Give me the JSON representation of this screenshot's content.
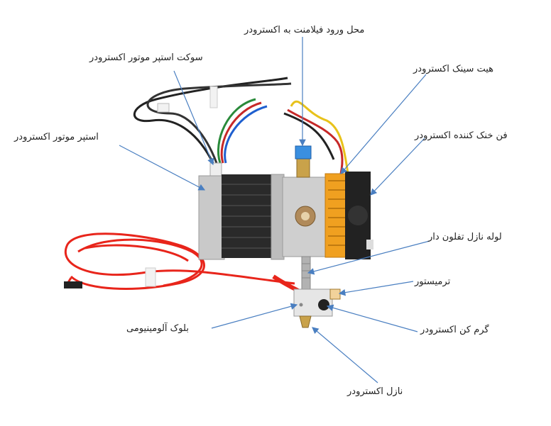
{
  "labels": {
    "filament_inlet": "محل ورود فیلامنت به اکسترودر",
    "stepper_socket": "سوکت استپر موتور اکسترودر",
    "heatsink": "هیت سینک اکسترودر",
    "stepper_motor": "استپر موتور اکسترودر",
    "cooling_fan": "فن خنک کننده اکسترودر",
    "teflon_nozzle": "لوله نازل تفلون دار",
    "thermistor": "ترمیستور",
    "aluminum_block": "بلوک آلومینیومی",
    "heater": "گرم کن اکسترودر",
    "nozzle": "نازل اکسترودر"
  },
  "colors": {
    "leader_line": "#4a7fc1",
    "heater_wire": "#e8251b",
    "heatsink": "#f0a020",
    "motor_body": "#bfbfbf"
  }
}
